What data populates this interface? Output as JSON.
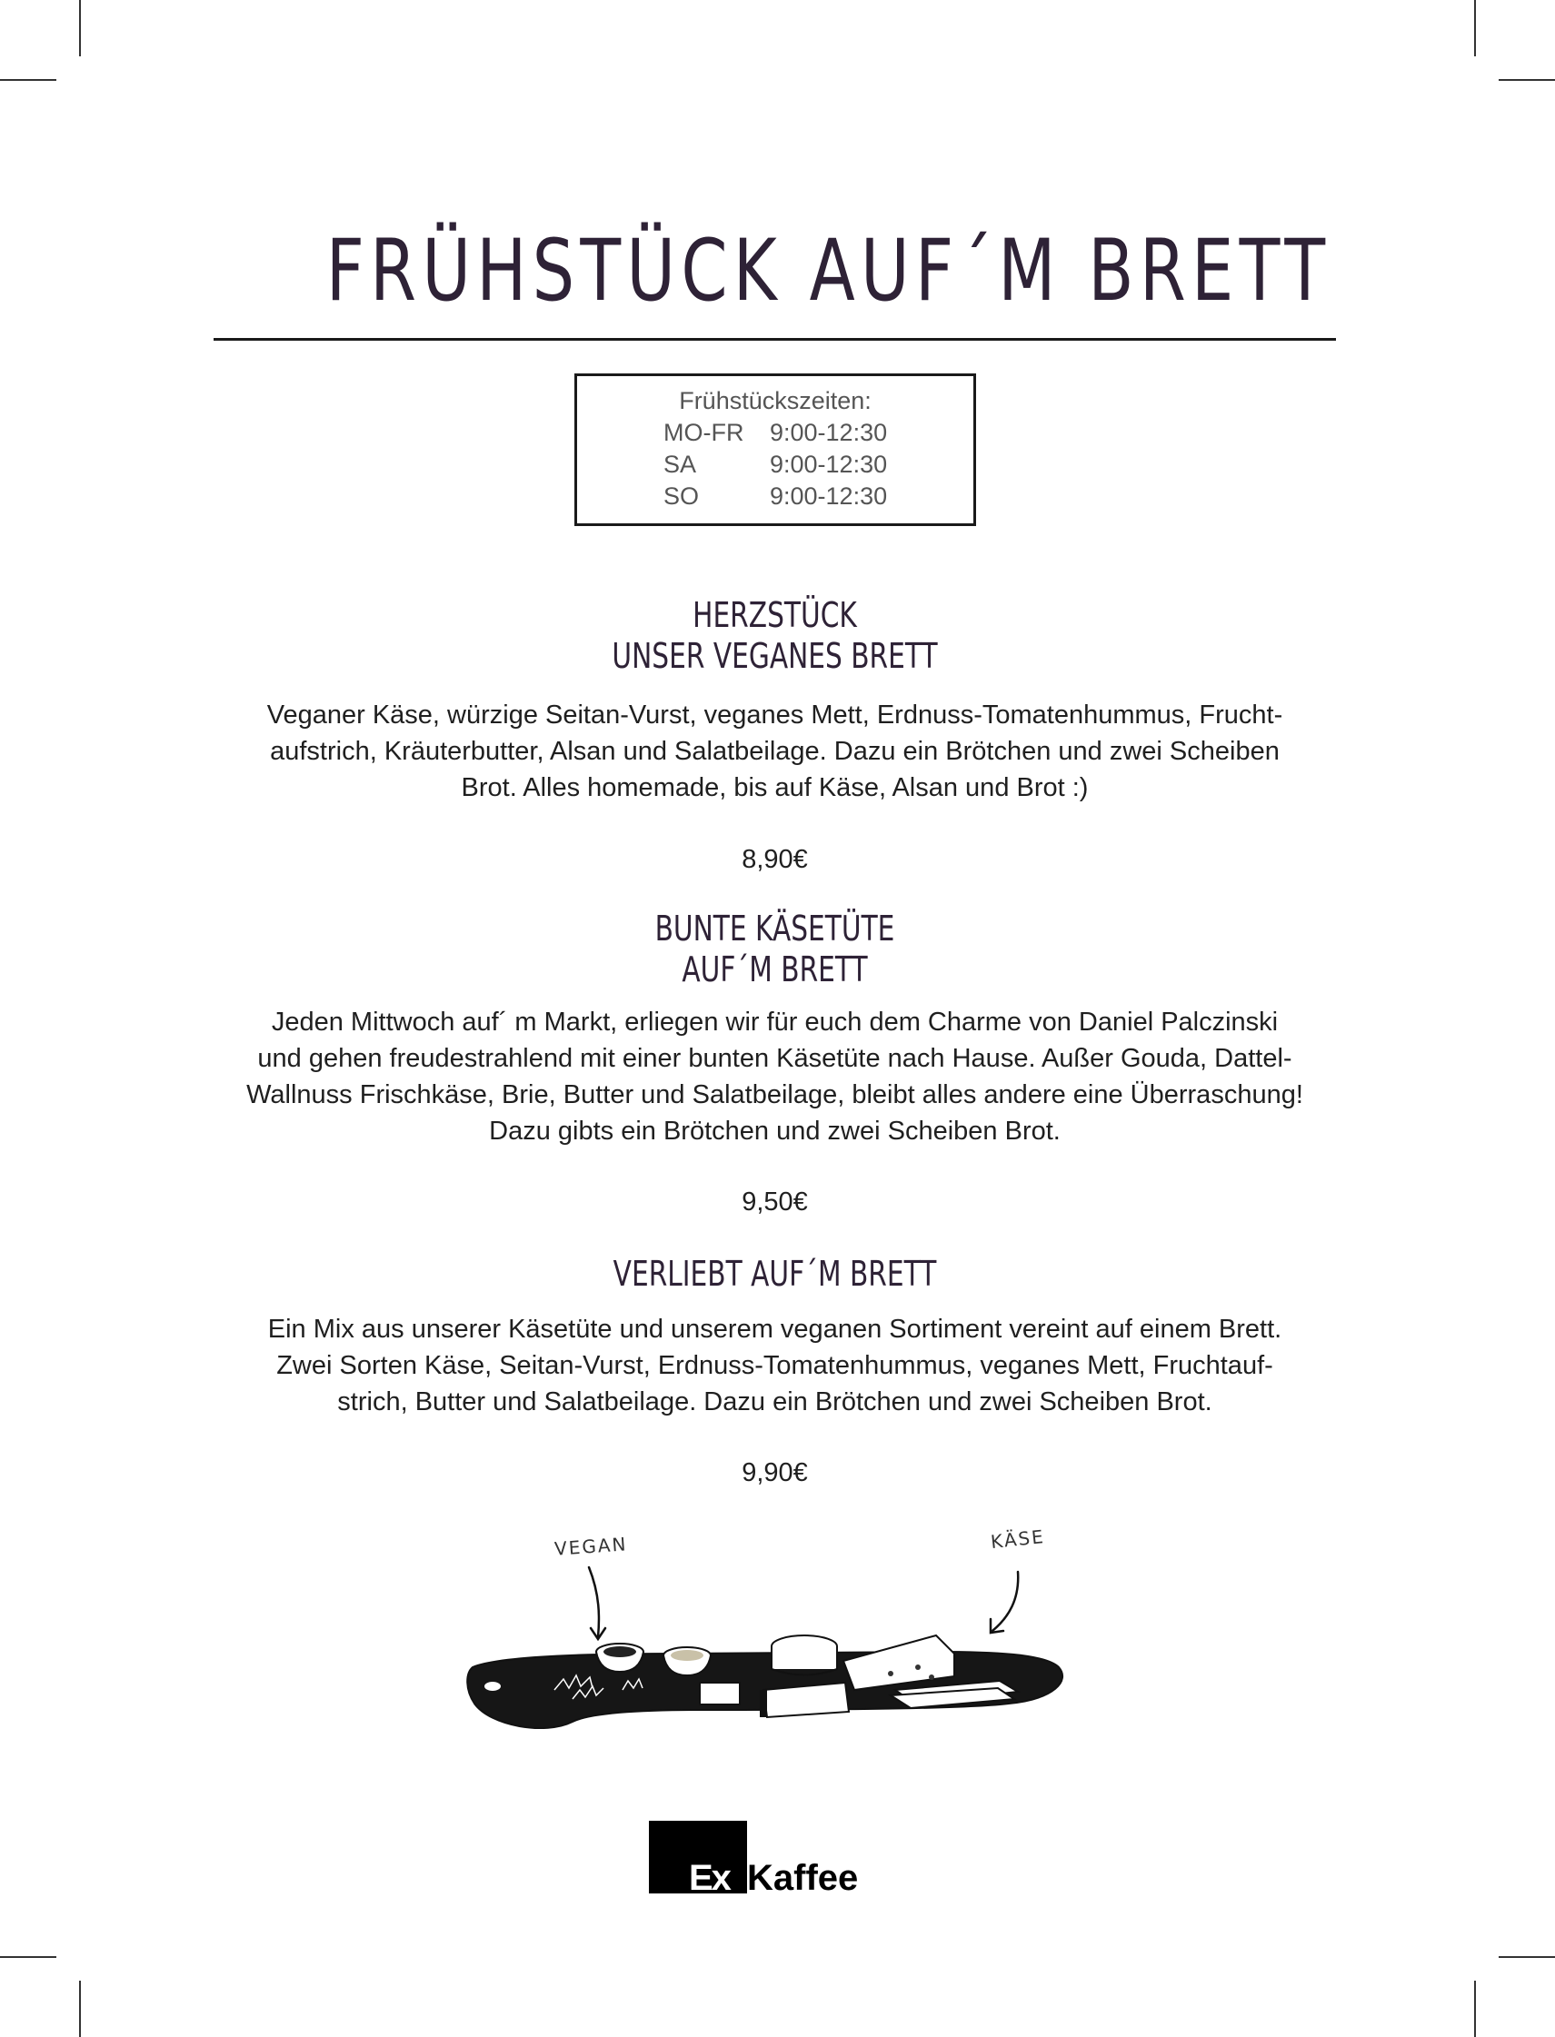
{
  "menu": {
    "title": "FRÜHSTÜCK AUF´M BRETT",
    "hours": {
      "header": "Frühstückszeiten:",
      "rows": [
        {
          "day": "MO-FR",
          "time": "9:00-12:30"
        },
        {
          "day": "SA",
          "time": "9:00-12:30"
        },
        {
          "day": "SO",
          "time": "9:00-12:30"
        }
      ]
    },
    "items": [
      {
        "title_line1": "HERZSTÜCK",
        "title_line2": "UNSER VEGANES BRETT",
        "desc": [
          "Veganer Käse, würzige Seitan-Vurst, veganes Mett, Erdnuss-Tomatenhummus, Frucht-",
          "aufstrich, Kräuterbutter, Alsan und Salatbeilage. Dazu ein Brötchen und zwei Scheiben",
          "Brot. Alles homemade, bis auf Käse, Alsan und Brot :)"
        ],
        "price": "8,90€"
      },
      {
        "title_line1": "BUNTE KÄSETÜTE",
        "title_line2": "AUF´M BRETT",
        "desc": [
          "Jeden Mittwoch auf´ m Markt, erliegen wir für euch dem Charme von Daniel Palczinski",
          "und gehen freudestrahlend mit einer bunten Käsetüte nach Hause. Außer Gouda, Dattel-",
          "Wallnuss Frischkäse, Brie, Butter und Salatbeilage, bleibt alles andere eine Überraschung!",
          "Dazu gibts ein Brötchen und zwei Scheiben Brot."
        ],
        "price": "9,50€"
      },
      {
        "title_line1": "VERLIEBT AUF´M BRETT",
        "desc": [
          "Ein Mix aus unserer Käsetüte und unserem veganen Sortiment vereint auf einem Brett.",
          "Zwei Sorten Käse, Seitan-Vurst, Erdnuss-Tomatenhummus, veganes Mett, Fruchtauf-",
          "strich, Butter und Salatbeilage. Dazu ein Brötchen und zwei Scheiben Brot."
        ],
        "price": "9,90€"
      }
    ],
    "illustration": {
      "label_left": "VEGAN",
      "label_right": "KÄSE"
    },
    "logo": {
      "ex": "Ex",
      "kaffee": "Kaffee"
    }
  }
}
